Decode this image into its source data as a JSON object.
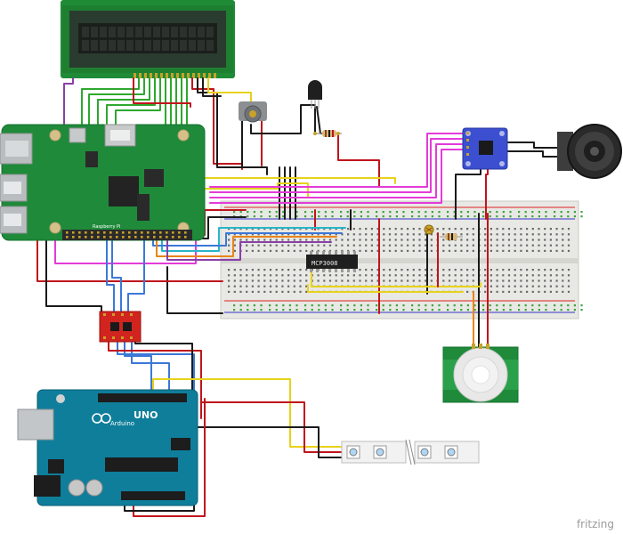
{
  "brand": "fritzing",
  "components": {
    "adc_chip_label": "MCP3008",
    "arduino_label": "UNO",
    "arduino_brand": "Arduino"
  },
  "colors": {
    "wire_red": "#c0141c",
    "wire_black": "#1a1a1a",
    "wire_yellow": "#e8d21a",
    "wire_green": "#2ea82e",
    "wire_magenta": "#e33bd8",
    "wire_blue": "#3b78d8",
    "wire_cyan": "#29b5c9",
    "wire_orange": "#e8851a",
    "wire_purple": "#8a3fa8",
    "pi_board": "#1f8a3a",
    "arduino_board": "#0f7e9b",
    "lcd_board": "#1a7a2e"
  },
  "icons": [
    "lcd-display",
    "raspberry-pi",
    "arduino-uno",
    "breadboard",
    "speaker",
    "pir-sensor",
    "led-strip",
    "potentiometer",
    "transistor",
    "audio-amplifier-module",
    "logic-level-converter",
    "photoresistor"
  ]
}
